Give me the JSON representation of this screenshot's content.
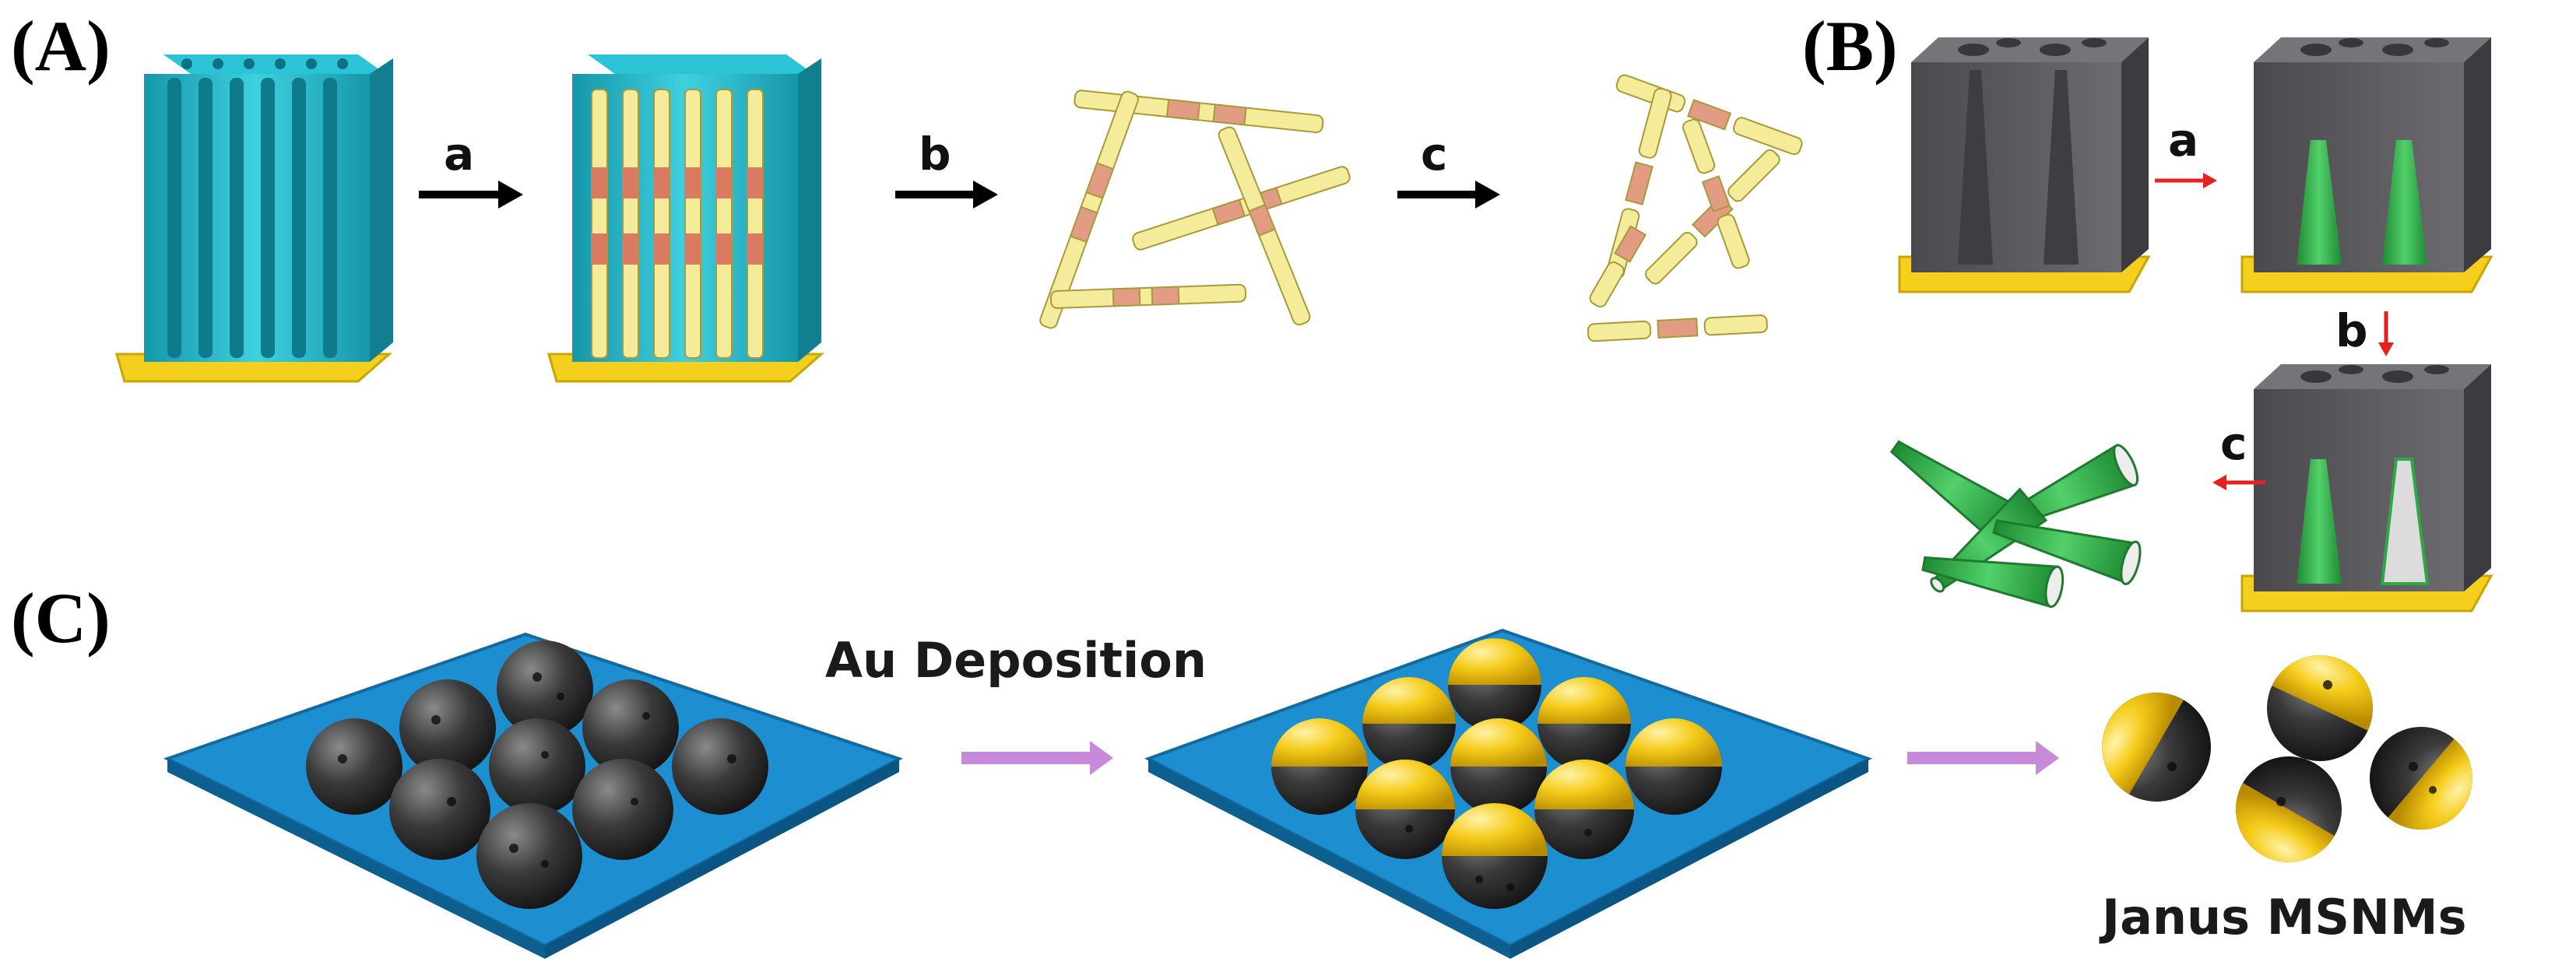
{
  "panels": {
    "A": {
      "label": "(A)",
      "steps": [
        "a",
        "b",
        "c"
      ]
    },
    "B": {
      "label": "(B)",
      "steps": [
        "a",
        "b",
        "c"
      ]
    },
    "C": {
      "label": "(C)",
      "deposition_text": "Au Deposition",
      "product_text": "Janus MSNMs"
    }
  },
  "colors": {
    "template": "#1fb5c8",
    "gold": "#f4cf1e",
    "nanowire_yellow": "#f4ec9a",
    "nanowire_copper": "#e39c84",
    "membrane_gray": "#5a5a5e",
    "cone_green": "#2ea844",
    "substrate_blue": "#1d8fd1",
    "sphere_black": "#2b2b2b",
    "arrow_red": "#e52222",
    "arrow_purple": "#c78ad8"
  }
}
